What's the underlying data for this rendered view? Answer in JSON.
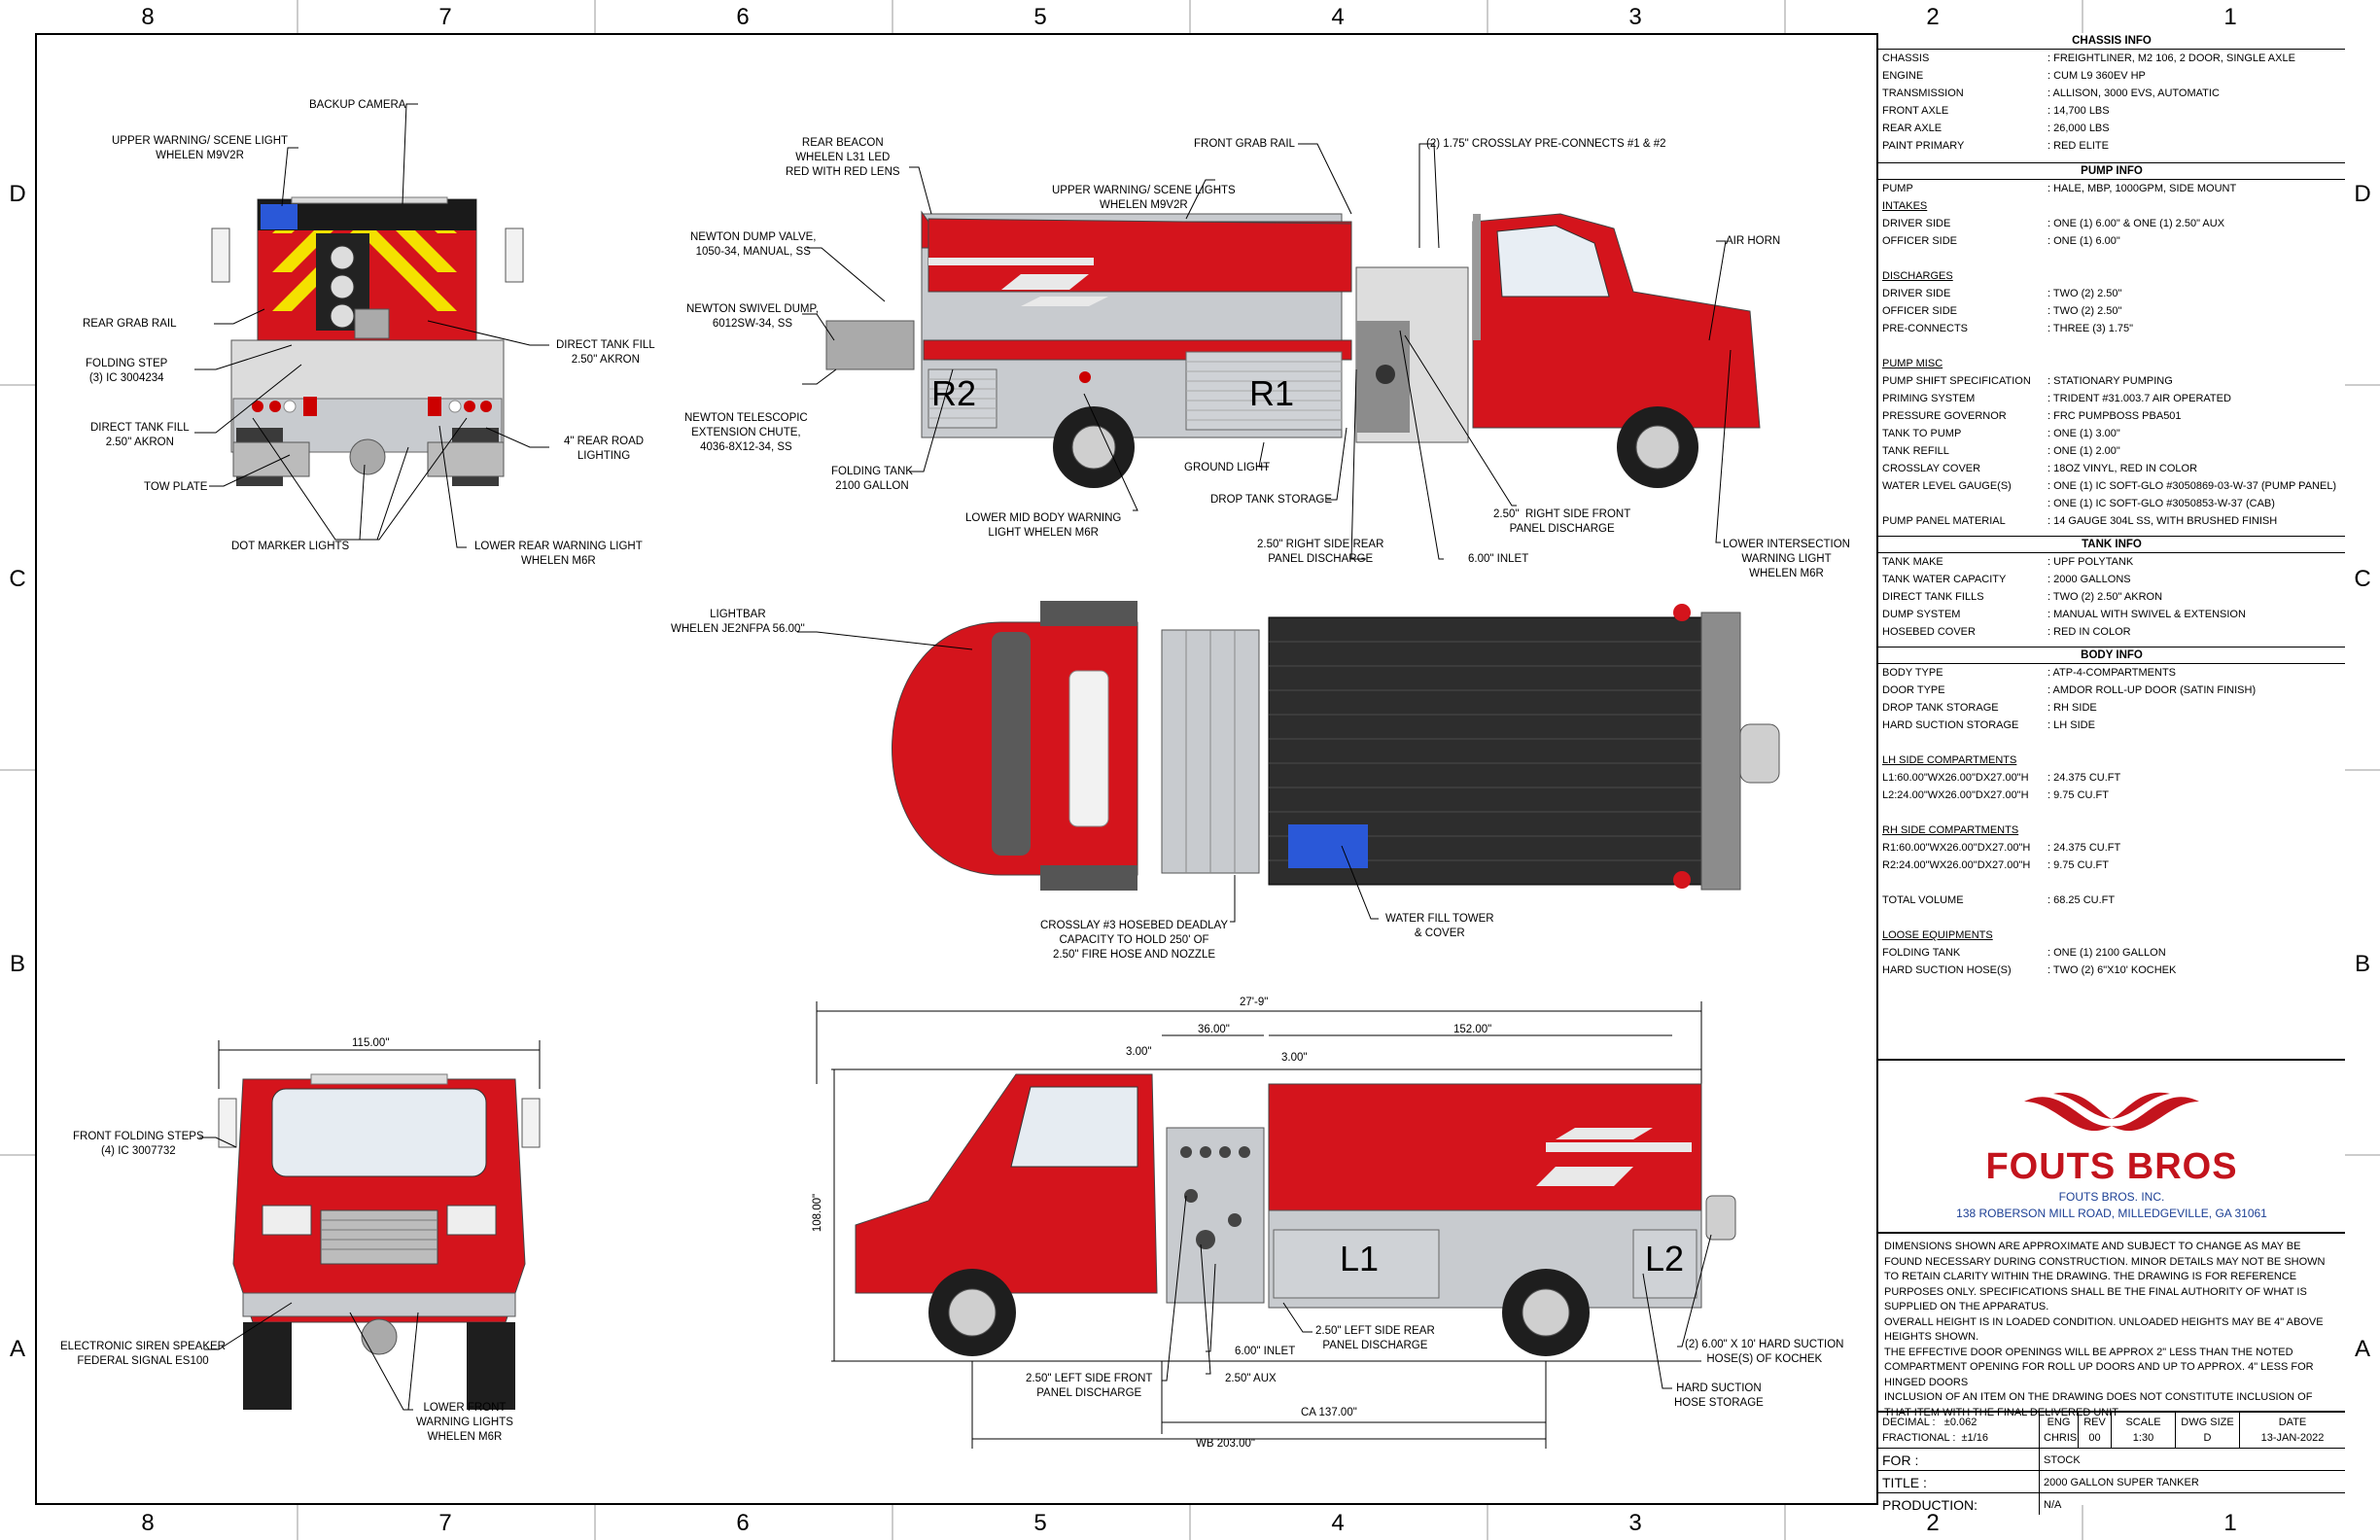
{
  "grid": {
    "columns": [
      "8",
      "7",
      "6",
      "5",
      "4",
      "3",
      "2",
      "1"
    ],
    "rows": [
      "D",
      "C",
      "B",
      "A"
    ]
  },
  "colors": {
    "body_red": "#d4141c",
    "chevron_yellow": "#f4e100",
    "stainless": "#c8cbcf",
    "dark": "#2b2b2b",
    "blue": "#2a58d8",
    "brand_red": "#c3141d",
    "brand_blue": "#1c3f94"
  },
  "rear_view_labels": {
    "backup_camera": "BACKUP CAMERA",
    "upper_warning": "UPPER WARNING/ SCENE LIGHT\nWHELEN M9V2R",
    "rear_grab_rail": "REAR GRAB RAIL",
    "folding_step": "FOLDING STEP\n(3) IC 3004234",
    "direct_tank_fill_left": "DIRECT TANK FILL\n2.50'' AKRON",
    "tow_plate": "TOW PLATE",
    "dot_marker": "DOT MARKER LIGHTS",
    "direct_tank_fill_right": "DIRECT TANK FILL\n2.50'' AKRON",
    "rear_road_lighting": "4\" REAR ROAD\nLIGHTING",
    "lower_rear_warning": "LOWER REAR WARNING LIGHT\nWHELEN M6R"
  },
  "side_view_labels": {
    "rear_beacon": "REAR BEACON\nWHELEN L31 LED\nRED WITH RED LENS",
    "upper_warning_scene": "UPPER WARNING/ SCENE LIGHTS\nWHELEN M9V2R",
    "front_grab_rail": "FRONT GRAB RAIL",
    "crosslay_preconnects": "(2) 1.75\" CROSSLAY PRE-CONNECTS #1 & #2",
    "air_horn": "AIR HORN",
    "newton_dump_valve": "NEWTON DUMP VALVE,\n1050-34, MANUAL, SS",
    "newton_swivel_dump": "NEWTON SWIVEL DUMP,\n6012SW-34, SS",
    "newton_telescopic": "NEWTON TELESCOPIC\nEXTENSION CHUTE,\n4036-8X12-34, SS",
    "folding_tank": "FOLDING TANK\n2100 GALLON",
    "ground_light": "GROUND LIGHT",
    "drop_tank_storage": "DROP TANK STORAGE",
    "lower_mid_body": "LOWER MID BODY WARNING\nLIGHT WHELEN M6R",
    "right_rear_discharge": "2.50\" RIGHT SIDE REAR\nPANEL DISCHARGE",
    "inlet_6": "6.00\" INLET",
    "right_front_discharge": "2.50\"  RIGHT SIDE FRONT\nPANEL DISCHARGE",
    "lower_intersection": "LOWER INTERSECTION\nWARNING LIGHT\nWHELEN M6R",
    "comp_r2": "R2",
    "comp_r1": "R1"
  },
  "top_view_labels": {
    "lightbar": "LIGHTBAR\nWHELEN JE2NFPA 56.00''",
    "crosslay_3": "CROSSLAY #3 HOSEBED DEADLAY\nCAPACITY TO HOLD 250' OF\n2.50\" FIRE HOSE AND NOZZLE",
    "water_fill_tower": "WATER FILL TOWER\n& COVER"
  },
  "front_view_labels": {
    "width_dim": "115.00\"",
    "front_folding_steps": "FRONT FOLDING STEPS\n(4) IC 3007732",
    "electronic_siren": "ELECTRONIC SIREN SPEAKER\nFEDERAL SIGNAL ES100",
    "lower_front_warning": "LOWER FRONT\nWARNING LIGHTS\nWHELEN M6R"
  },
  "left_view_labels": {
    "overall_length": "27'-9\"",
    "dim_36": "36.00\"",
    "dim_152": "152.00\"",
    "dim_3a": "3.00\"",
    "dim_3b": "3.00\"",
    "height_108": "108.00\"",
    "ca": "CA 137.00\"",
    "wb": "WB 203.00\"",
    "left_rear_discharge": "2.50\" LEFT SIDE REAR\nPANEL DISCHARGE",
    "inlet_6": "6.00\" INLET",
    "aux_250": "2.50\" AUX",
    "left_front_discharge": "2.50\" LEFT SIDE FRONT\nPANEL DISCHARGE",
    "hard_suction_hose": "(2) 6.00\" X 10' HARD SUCTION\nHOSE(S) OF KOCHEK",
    "hard_suction_storage": "HARD SUCTION\nHOSE STORAGE",
    "comp_l1": "L1",
    "comp_l2": "L2"
  },
  "chassis_info": {
    "title": "CHASSIS INFO",
    "rows": [
      {
        "k": "CHASSIS",
        "v": ": FREIGHTLINER, M2 106, 2 DOOR, SINGLE AXLE"
      },
      {
        "k": "ENGINE",
        "v": ": CUM L9 360EV HP"
      },
      {
        "k": "TRANSMISSION",
        "v": ": ALLISON, 3000 EVS, AUTOMATIC"
      },
      {
        "k": "FRONT AXLE",
        "v": ": 14,700 LBS"
      },
      {
        "k": "REAR AXLE",
        "v": ": 26,000 LBS"
      },
      {
        "k": "PAINT PRIMARY",
        "v": ": RED ELITE"
      }
    ]
  },
  "pump_info": {
    "title": "PUMP INFO",
    "pump": {
      "k": "PUMP",
      "v": ": HALE, MBP, 1000GPM, SIDE MOUNT"
    },
    "intakes_label": "INTAKES",
    "intakes": [
      {
        "k": "DRIVER SIDE",
        "v": ": ONE (1) 6.00\" & ONE (1) 2.50\" AUX"
      },
      {
        "k": "OFFICER SIDE",
        "v": ": ONE (1) 6.00\""
      }
    ],
    "discharges_label": "DISCHARGES",
    "discharges": [
      {
        "k": "DRIVER SIDE",
        "v": ": TWO (2) 2.50\""
      },
      {
        "k": "OFFICER SIDE",
        "v": ": TWO (2) 2.50\""
      },
      {
        "k": "PRE-CONNECTS",
        "v": ": THREE (3) 1.75\""
      }
    ],
    "misc_label": "PUMP MISC",
    "misc": [
      {
        "k": "PUMP SHIFT SPECIFICATION",
        "v": ": STATIONARY PUMPING"
      },
      {
        "k": "PRIMING SYSTEM",
        "v": ": TRIDENT #31.003.7 AIR OPERATED"
      },
      {
        "k": "PRESSURE GOVERNOR",
        "v": ": FRC PUMPBOSS PBA501"
      },
      {
        "k": "TANK TO PUMP",
        "v": ": ONE (1) 3.00\""
      },
      {
        "k": "TANK REFILL",
        "v": ": ONE (1) 2.00\""
      },
      {
        "k": "CROSSLAY COVER",
        "v": ": 18OZ VINYL, RED IN COLOR"
      },
      {
        "k": "WATER LEVEL GAUGE(S)",
        "v": ": ONE (1) IC SOFT-GLO #3050869-03-W-37 (PUMP PANEL)"
      },
      {
        "k": "",
        "v": ": ONE (1) IC SOFT-GLO #3050853-W-37 (CAB)"
      },
      {
        "k": "PUMP PANEL MATERIAL",
        "v": ": 14 GAUGE 304L SS, WITH BRUSHED FINISH"
      }
    ]
  },
  "tank_info": {
    "title": "TANK INFO",
    "rows": [
      {
        "k": "TANK MAKE",
        "v": ": UPF POLYTANK"
      },
      {
        "k": "TANK WATER CAPACITY",
        "v": ": 2000 GALLONS"
      },
      {
        "k": "DIRECT TANK FILLS",
        "v": ": TWO (2) 2.50\" AKRON"
      },
      {
        "k": "DUMP SYSTEM",
        "v": ": MANUAL WITH SWIVEL & EXTENSION"
      },
      {
        "k": "HOSEBED COVER",
        "v": ": RED IN COLOR"
      }
    ]
  },
  "body_info": {
    "title": "BODY INFO",
    "rows": [
      {
        "k": "BODY TYPE",
        "v": ": ATP-4-COMPARTMENTS"
      },
      {
        "k": "DOOR TYPE",
        "v": ": AMDOR ROLL-UP DOOR (SATIN FINISH)"
      },
      {
        "k": "DROP TANK STORAGE",
        "v": ": RH SIDE"
      },
      {
        "k": "HARD SUCTION STORAGE",
        "v": ": LH SIDE"
      }
    ],
    "lh_label": "LH SIDE COMPARTMENTS",
    "lh": [
      {
        "k": "L1:60.00\"WX26.00\"DX27.00\"H",
        "v": ": 24.375 CU.FT"
      },
      {
        "k": "L2:24.00\"WX26.00\"DX27.00\"H",
        "v": ": 9.75 CU.FT"
      }
    ],
    "rh_label": "RH SIDE COMPARTMENTS",
    "rh": [
      {
        "k": "R1:60.00\"WX26.00\"DX27.00\"H",
        "v": ": 24.375 CU.FT"
      },
      {
        "k": "R2:24.00\"WX26.00\"DX27.00\"H",
        "v": ": 9.75 CU.FT"
      }
    ],
    "total": {
      "k": "TOTAL VOLUME",
      "v": ": 68.25 CU.FT"
    },
    "loose_label": "LOOSE EQUIPMENTS",
    "loose": [
      {
        "k": "FOLDING TANK",
        "v": ": ONE (1) 2100 GALLON"
      },
      {
        "k": "HARD SUCTION HOSE(S)",
        "v": ": TWO (2) 6\"X10' KOCHEK"
      }
    ]
  },
  "company": {
    "name": "FOUTS BROS",
    "legal": "FOUTS BROS. INC.",
    "address": "138 ROBERSON MILL ROAD, MILLEDGEVILLE, GA 31061"
  },
  "notes": "DIMENSIONS SHOWN ARE APPROXIMATE AND SUBJECT TO CHANGE AS MAY BE FOUND NECESSARY DURING CONSTRUCTION. MINOR DETAILS MAY NOT BE SHOWN TO RETAIN CLARITY WITHIN THE DRAWING. THE DRAWING IS FOR REFERENCE PURPOSES ONLY. SPECIFICATIONS SHALL BE THE FINAL AUTHORITY OF WHAT IS SUPPLIED ON THE APPARATUS.\nOVERALL HEIGHT IS IN LOADED CONDITION. UNLOADED HEIGHTS MAY BE 4\" ABOVE HEIGHTS SHOWN.\nTHE EFFECTIVE DOOR OPENINGS WILL BE APPROX 2\" LESS THAN THE NOTED COMPARTMENT OPENING FOR ROLL UP DOORS AND UP TO APPROX. 4\" LESS FOR HINGED DOORS\nINCLUSION OF AN ITEM ON THE DRAWING DOES NOT CONSTITUTE INCLUSION OF THAT ITEM WITH THE FINAL DELIVERED UNIT",
  "title_block": {
    "decimal_label": "DECIMAL :",
    "decimal_val": "±0.062",
    "fractional_label": "FRACTIONAL :",
    "fractional_val": "±1/16",
    "eng_label": "ENG",
    "eng_val": "CHRIS",
    "rev_label": "REV",
    "rev_val": "00",
    "scale_label": "SCALE",
    "scale_val": "1:30",
    "dwg_label": "DWG SIZE",
    "dwg_val": "D",
    "date_label": "DATE",
    "date_val": "13-JAN-2022",
    "for_label": "FOR :",
    "for_val": "STOCK",
    "title_label": "TITLE :",
    "title_val": "2000 GALLON SUPER TANKER",
    "production_label": "PRODUCTION:",
    "production_val": "N/A"
  }
}
